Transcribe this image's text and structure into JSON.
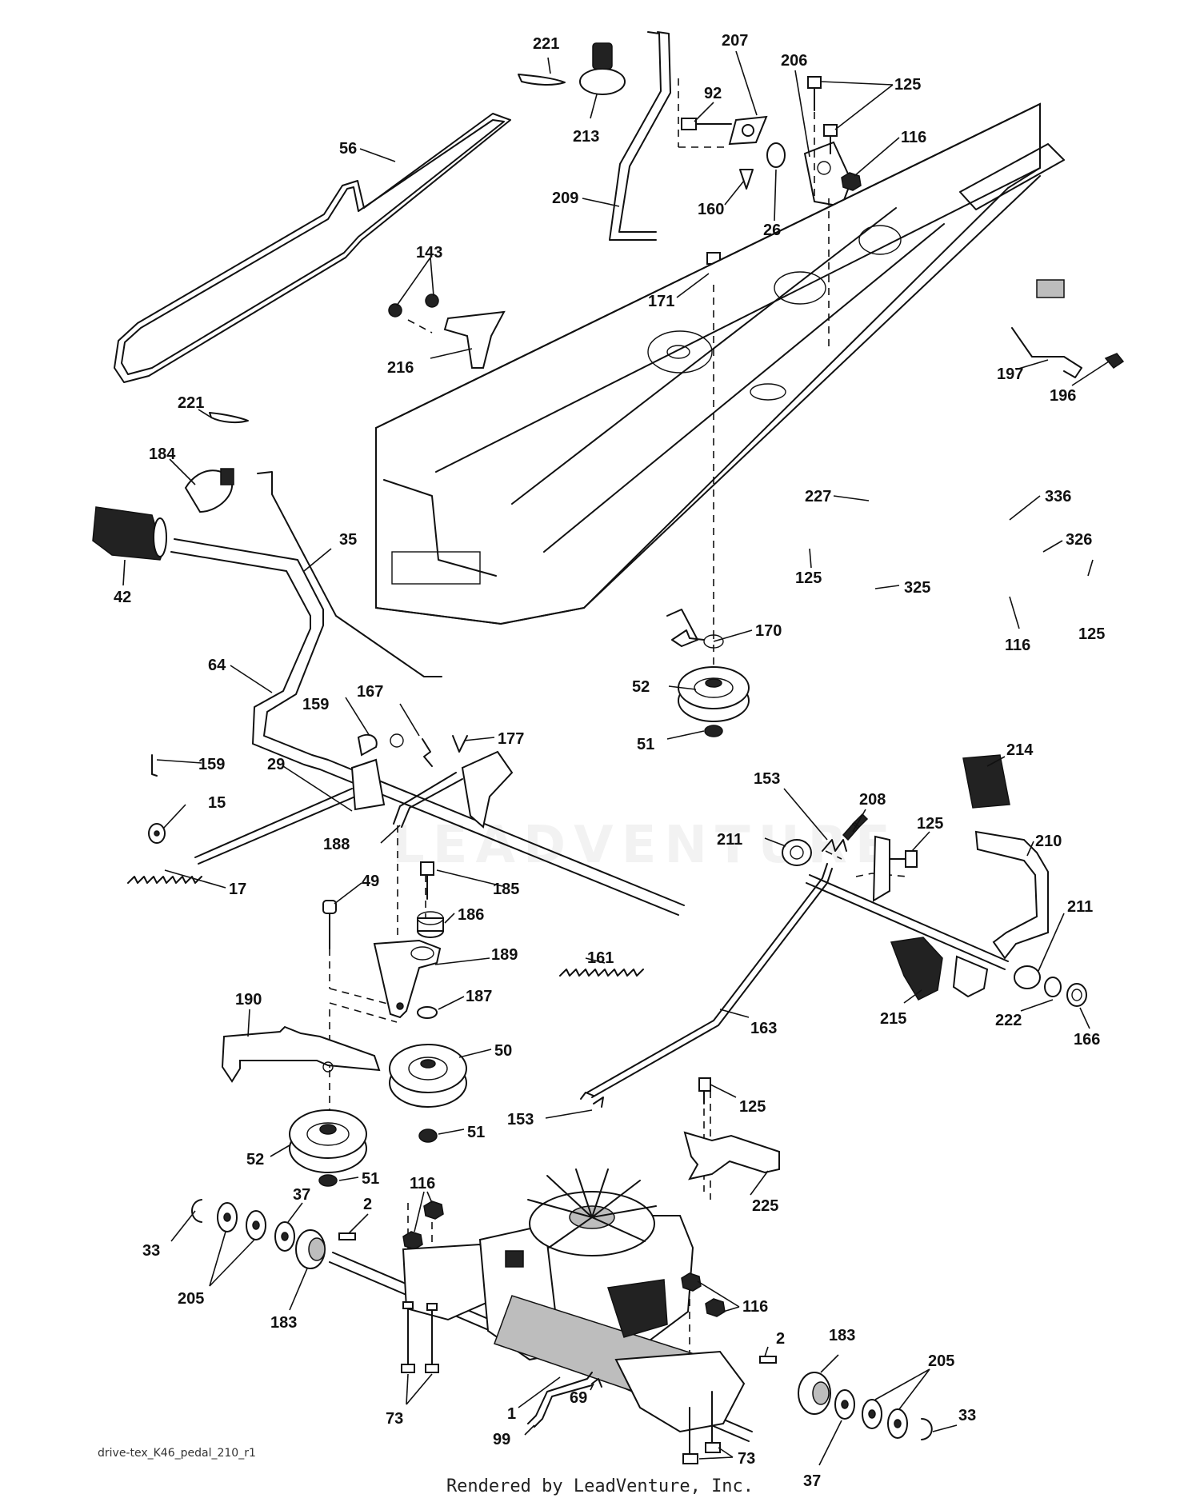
{
  "diagram_code": "drive-tex_K46_pedal_210_r1",
  "render_credit": "Rendered by LeadVenture, Inc.",
  "watermark": "LEADVENTURE",
  "callouts": [
    {
      "id": "c221a",
      "label": "221"
    },
    {
      "id": "c213",
      "label": "213"
    },
    {
      "id": "c207",
      "label": "207"
    },
    {
      "id": "c206",
      "label": "206"
    },
    {
      "id": "c125a",
      "label": "125"
    },
    {
      "id": "c92",
      "label": "92"
    },
    {
      "id": "c116a",
      "label": "116"
    },
    {
      "id": "c56",
      "label": "56"
    },
    {
      "id": "c209",
      "label": "209"
    },
    {
      "id": "c160",
      "label": "160"
    },
    {
      "id": "c26",
      "label": "26"
    },
    {
      "id": "c143",
      "label": "143"
    },
    {
      "id": "c171",
      "label": "171"
    },
    {
      "id": "c216",
      "label": "216"
    },
    {
      "id": "c197",
      "label": "197"
    },
    {
      "id": "c196",
      "label": "196"
    },
    {
      "id": "c221b",
      "label": "221"
    },
    {
      "id": "c184",
      "label": "184"
    },
    {
      "id": "c227",
      "label": "227"
    },
    {
      "id": "c336",
      "label": "336"
    },
    {
      "id": "c35",
      "label": "35"
    },
    {
      "id": "c326",
      "label": "326"
    },
    {
      "id": "c42",
      "label": "42"
    },
    {
      "id": "c125b",
      "label": "125"
    },
    {
      "id": "c325",
      "label": "325"
    },
    {
      "id": "c125c",
      "label": "125"
    },
    {
      "id": "c116b",
      "label": "116"
    },
    {
      "id": "c170",
      "label": "170"
    },
    {
      "id": "c64",
      "label": "64"
    },
    {
      "id": "c52a",
      "label": "52"
    },
    {
      "id": "c159a",
      "label": "159"
    },
    {
      "id": "c167",
      "label": "167"
    },
    {
      "id": "c177",
      "label": "177"
    },
    {
      "id": "c51a",
      "label": "51"
    },
    {
      "id": "c214",
      "label": "214"
    },
    {
      "id": "c159b",
      "label": "159"
    },
    {
      "id": "c29",
      "label": "29"
    },
    {
      "id": "c153a",
      "label": "153"
    },
    {
      "id": "c208",
      "label": "208"
    },
    {
      "id": "c15",
      "label": "15"
    },
    {
      "id": "c125d",
      "label": "125"
    },
    {
      "id": "c188",
      "label": "188"
    },
    {
      "id": "c211a",
      "label": "211"
    },
    {
      "id": "c210",
      "label": "210"
    },
    {
      "id": "c17",
      "label": "17"
    },
    {
      "id": "c49",
      "label": "49"
    },
    {
      "id": "c185",
      "label": "185"
    },
    {
      "id": "c211b",
      "label": "211"
    },
    {
      "id": "c186",
      "label": "186"
    },
    {
      "id": "c161",
      "label": "161"
    },
    {
      "id": "c189",
      "label": "189"
    },
    {
      "id": "c190",
      "label": "190"
    },
    {
      "id": "c187",
      "label": "187"
    },
    {
      "id": "c163",
      "label": "163"
    },
    {
      "id": "c222",
      "label": "222"
    },
    {
      "id": "c215",
      "label": "215"
    },
    {
      "id": "c166",
      "label": "166"
    },
    {
      "id": "c50",
      "label": "50"
    },
    {
      "id": "c125e",
      "label": "125"
    },
    {
      "id": "c153b",
      "label": "153"
    },
    {
      "id": "c51b",
      "label": "51"
    },
    {
      "id": "c52b",
      "label": "52"
    },
    {
      "id": "c225",
      "label": "225"
    },
    {
      "id": "c51c",
      "label": "51"
    },
    {
      "id": "c116c",
      "label": "116"
    },
    {
      "id": "c37a",
      "label": "37"
    },
    {
      "id": "c2a",
      "label": "2"
    },
    {
      "id": "c33a",
      "label": "33"
    },
    {
      "id": "c205a",
      "label": "205"
    },
    {
      "id": "c183a",
      "label": "183"
    },
    {
      "id": "c116d",
      "label": "116"
    },
    {
      "id": "c183b",
      "label": "183"
    },
    {
      "id": "c2b",
      "label": "2"
    },
    {
      "id": "c205b",
      "label": "205"
    },
    {
      "id": "c1",
      "label": "1"
    },
    {
      "id": "c73a",
      "label": "73"
    },
    {
      "id": "c33b",
      "label": "33"
    },
    {
      "id": "c99",
      "label": "99"
    },
    {
      "id": "c69",
      "label": "69"
    },
    {
      "id": "c73b",
      "label": "73"
    },
    {
      "id": "c37b",
      "label": "37"
    }
  ]
}
